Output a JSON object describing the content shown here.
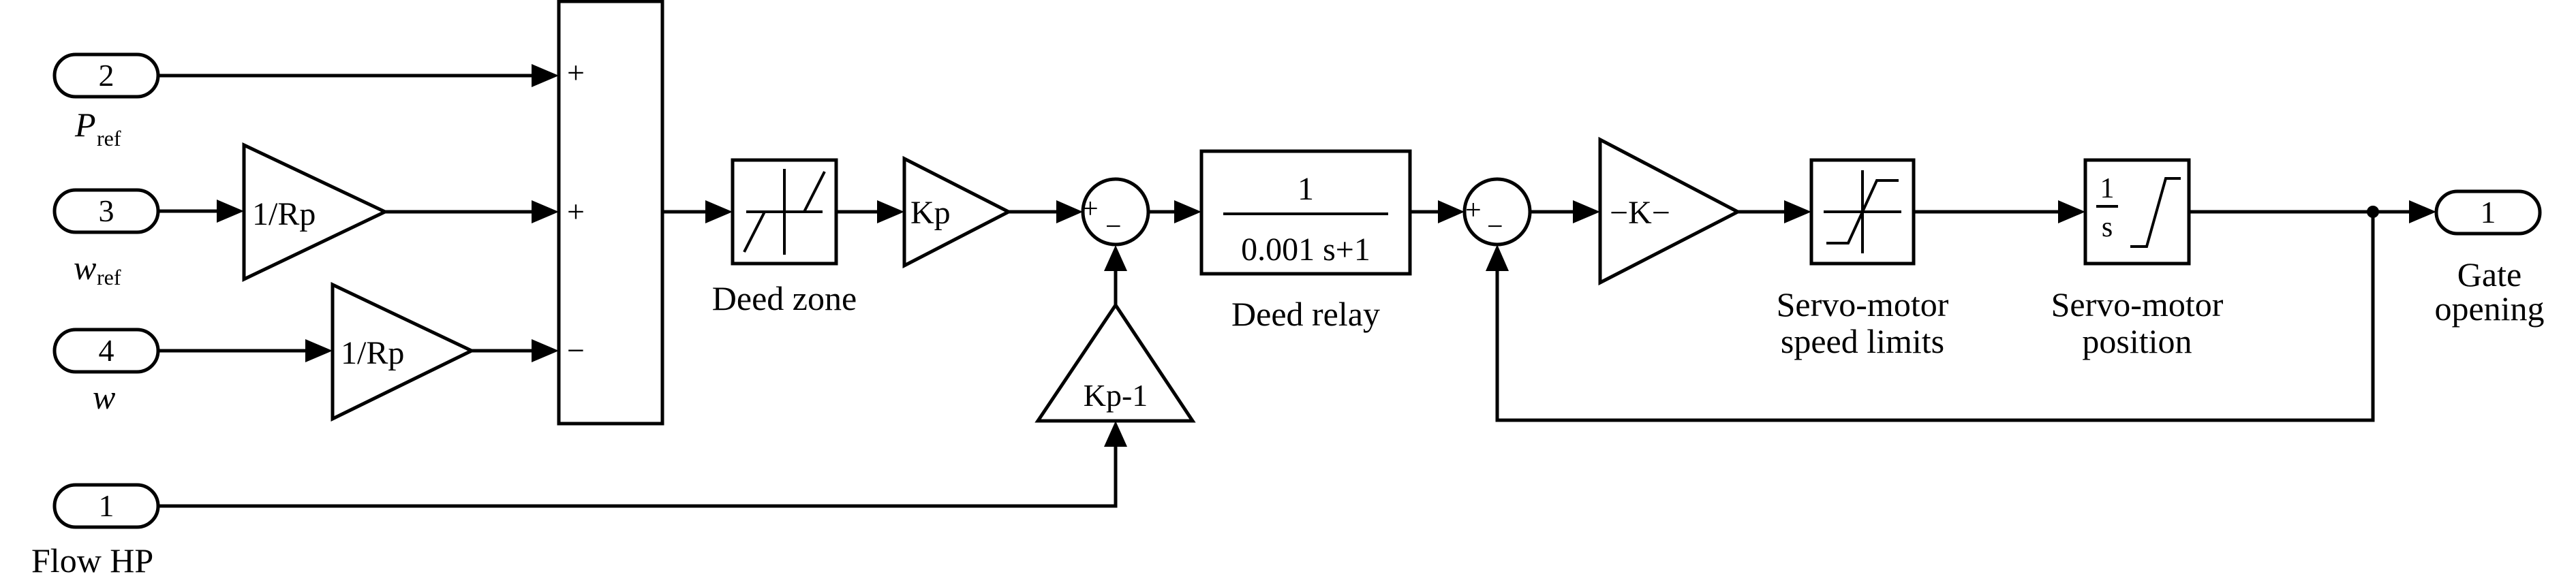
{
  "ports": {
    "in_pref": {
      "number": "2",
      "label": "P",
      "sub": "ref"
    },
    "in_wref": {
      "number": "3",
      "label": "w",
      "sub": "ref"
    },
    "in_w": {
      "number": "4",
      "label": "w"
    },
    "in_flow": {
      "number": "1",
      "label": "Flow HP"
    },
    "out_gate": {
      "number": "1",
      "label_line1": "Gate",
      "label_line2": "opening"
    }
  },
  "blocks": {
    "gain_rp_1": {
      "text": "1/Rp"
    },
    "gain_rp_2": {
      "text": "1/Rp"
    },
    "sum_main": {
      "signs": [
        "+",
        "+",
        "−"
      ]
    },
    "dead_zone": {
      "label": "Deed zone"
    },
    "gain_kp": {
      "text": "Kp"
    },
    "sum_kp": {
      "signs": [
        "+",
        "−"
      ]
    },
    "gain_kp_minus1": {
      "text": "Kp-1"
    },
    "relay": {
      "numerator": "1",
      "denominator": "0.001 s+1",
      "label": "Deed relay"
    },
    "sum_fb": {
      "signs": [
        "+",
        "−"
      ]
    },
    "gain_k": {
      "text": "−K−"
    },
    "speed_limits": {
      "label_line1": "Servo-motor",
      "label_line2": "speed limits"
    },
    "integrator": {
      "numerator": "1",
      "denominator": "s",
      "label_line1": "Servo-motor",
      "label_line2": "position"
    }
  },
  "icons": [
    "saturation-icon",
    "dead-zone-icon",
    "limited-integrator-icon"
  ]
}
